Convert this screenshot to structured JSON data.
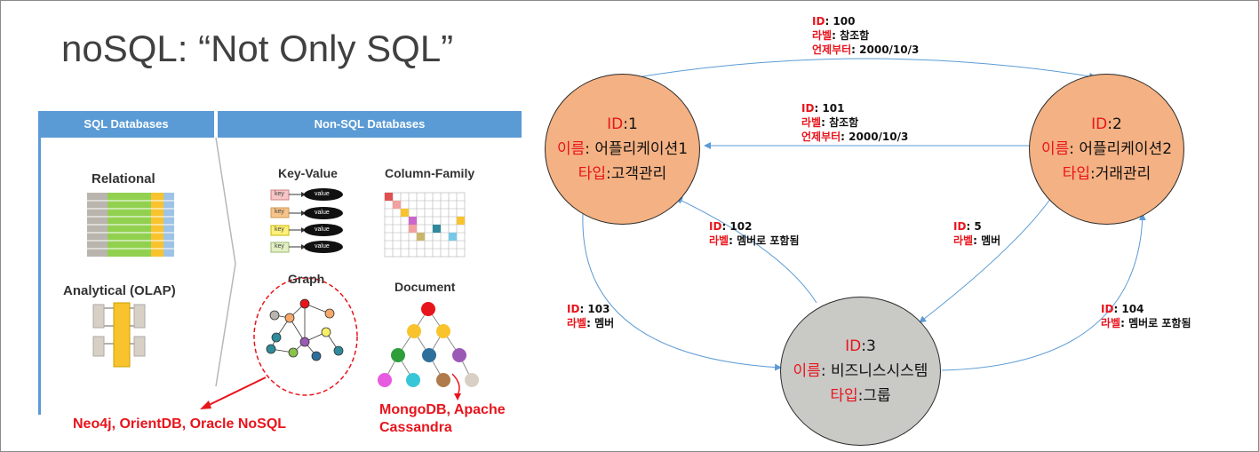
{
  "title": "noSQL: “Not Only SQL”",
  "left_panel": {
    "sql_header": "SQL Databases",
    "nosql_header": "Non-SQL Databases",
    "relational": "Relational",
    "olap": "Analytical (OLAP)",
    "key_value": "Key-Value",
    "column_family": "Column-Family",
    "graph": "Graph",
    "document": "Document",
    "kv_key": "key",
    "kv_value": "value",
    "graph_products": "Neo4j, OrientDB, Oracle NoSQL",
    "doc_products_1": "MongoDB, Apache",
    "doc_products_2": "Cassandra"
  },
  "graph_diagram": {
    "nodes": [
      {
        "id_key": "ID",
        "id_val": ":1",
        "name_key": "이름",
        "name_val": ": 어플리케이션1",
        "type_key": "타입",
        "type_val": ":고객관리",
        "color": "#f4b183"
      },
      {
        "id_key": "ID",
        "id_val": ":2",
        "name_key": "이름",
        "name_val": ": 어플리케이션2",
        "type_key": "타입",
        "type_val": ":거래관리",
        "color": "#f4b183"
      },
      {
        "id_key": "ID",
        "id_val": ":3",
        "name_key": "이름",
        "name_val": ": 비즈니스시스템",
        "type_key": "타입",
        "type_val": ":그룹",
        "color": "#c9c9c6"
      }
    ],
    "edges": [
      {
        "id_key": "ID",
        "id_val": ": 100",
        "label_key": "라벨",
        "label_val": ": 참조함",
        "since_key": "언제부터",
        "since_val": ": 2000/10/3"
      },
      {
        "id_key": "ID",
        "id_val": ": 101",
        "label_key": "라벨",
        "label_val": ": 참조함",
        "since_key": "언제부터",
        "since_val": ": 2000/10/3"
      },
      {
        "id_key": "ID",
        "id_val": ": 102",
        "label_key": "라벨",
        "label_val": ": 멤버로 포함됨"
      },
      {
        "id_key": "ID",
        "id_val": ": 5",
        "label_key": "라벨",
        "label_val": ": 멤버"
      },
      {
        "id_key": "ID",
        "id_val": ": 103",
        "label_key": "라벨",
        "label_val": ": 멤버"
      },
      {
        "id_key": "ID",
        "id_val": ": 104",
        "label_key": "라벨",
        "label_val": ": 멤버로 포함됨"
      }
    ]
  },
  "colors": {
    "accent": "#e8141c",
    "header_blue": "#5b9bd5",
    "edge_blue": "#5b9bd5"
  }
}
